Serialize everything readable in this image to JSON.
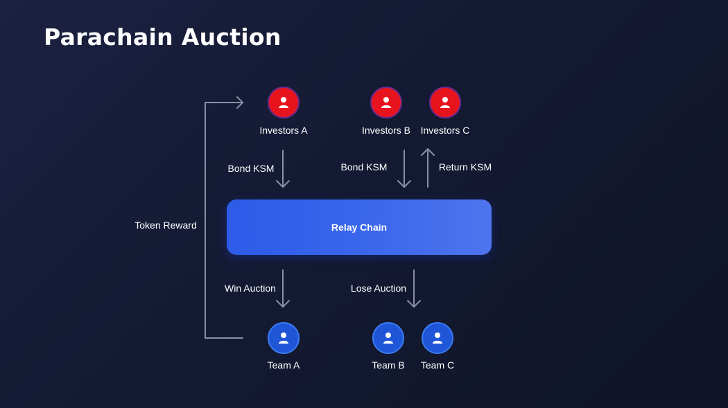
{
  "title": "Parachain Auction",
  "relay_chain": "Relay Chain",
  "investors": [
    "Investors A",
    "Investors B",
    "Investors C"
  ],
  "teams": [
    "Team A",
    "Team B",
    "Team C"
  ],
  "edges": {
    "bond_a": "Bond KSM",
    "bond_b": "Bond KSM",
    "return_c": "Return KSM",
    "win": "Win Auction",
    "lose": "Lose Auction",
    "token_reward": "Token Reward"
  },
  "colors": {
    "investor": "#e8141d",
    "team": "#1f56d8",
    "relay": "#3a66ec",
    "arrow": "#8a8fa3"
  },
  "icons": {
    "investor": "person-icon",
    "team": "person-icon"
  }
}
